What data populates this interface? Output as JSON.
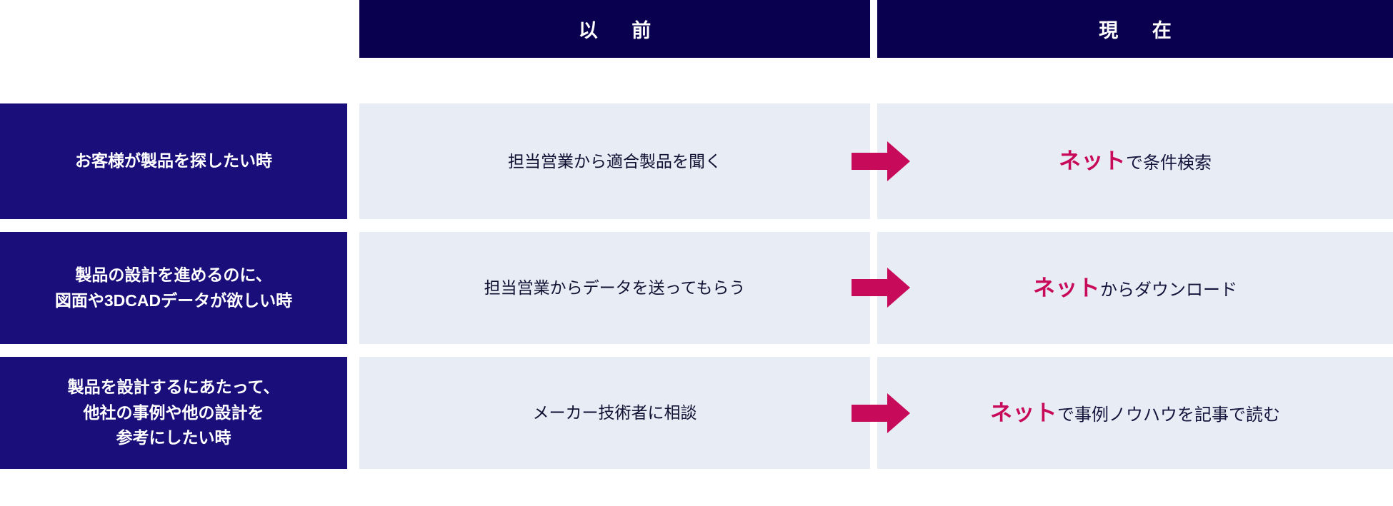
{
  "colors": {
    "header_navy": "#0a0050",
    "label_navy": "#1a0f7a",
    "cell_bg": "#e8ecf4",
    "accent_magenta": "#c80a5a",
    "body_text": "#14143c",
    "page_bg": "#ffffff"
  },
  "header": {
    "corner_label": "",
    "before": "以　前",
    "now": "現　在"
  },
  "rows": [
    {
      "label_lines": [
        "お客様が製品を探したい時"
      ],
      "before": "担当営業から適合製品を聞く",
      "now_accent": "ネット",
      "now_rest": "で条件検索",
      "arrow": "right-arrow-icon"
    },
    {
      "label_lines": [
        "製品の設計を進めるのに、",
        "図面や3DCADデータが欲しい時"
      ],
      "before": "担当営業からデータを送ってもらう",
      "now_accent": "ネット",
      "now_rest": "からダウンロード",
      "arrow": "right-arrow-icon"
    },
    {
      "label_lines": [
        "製品を設計するにあたって、",
        "他社の事例や他の設計を",
        "参考にしたい時"
      ],
      "before": "メーカー技術者に相談",
      "now_accent": "ネット",
      "now_rest": "で事例ノウハウを記事で読む",
      "arrow": "right-arrow-icon"
    }
  ]
}
